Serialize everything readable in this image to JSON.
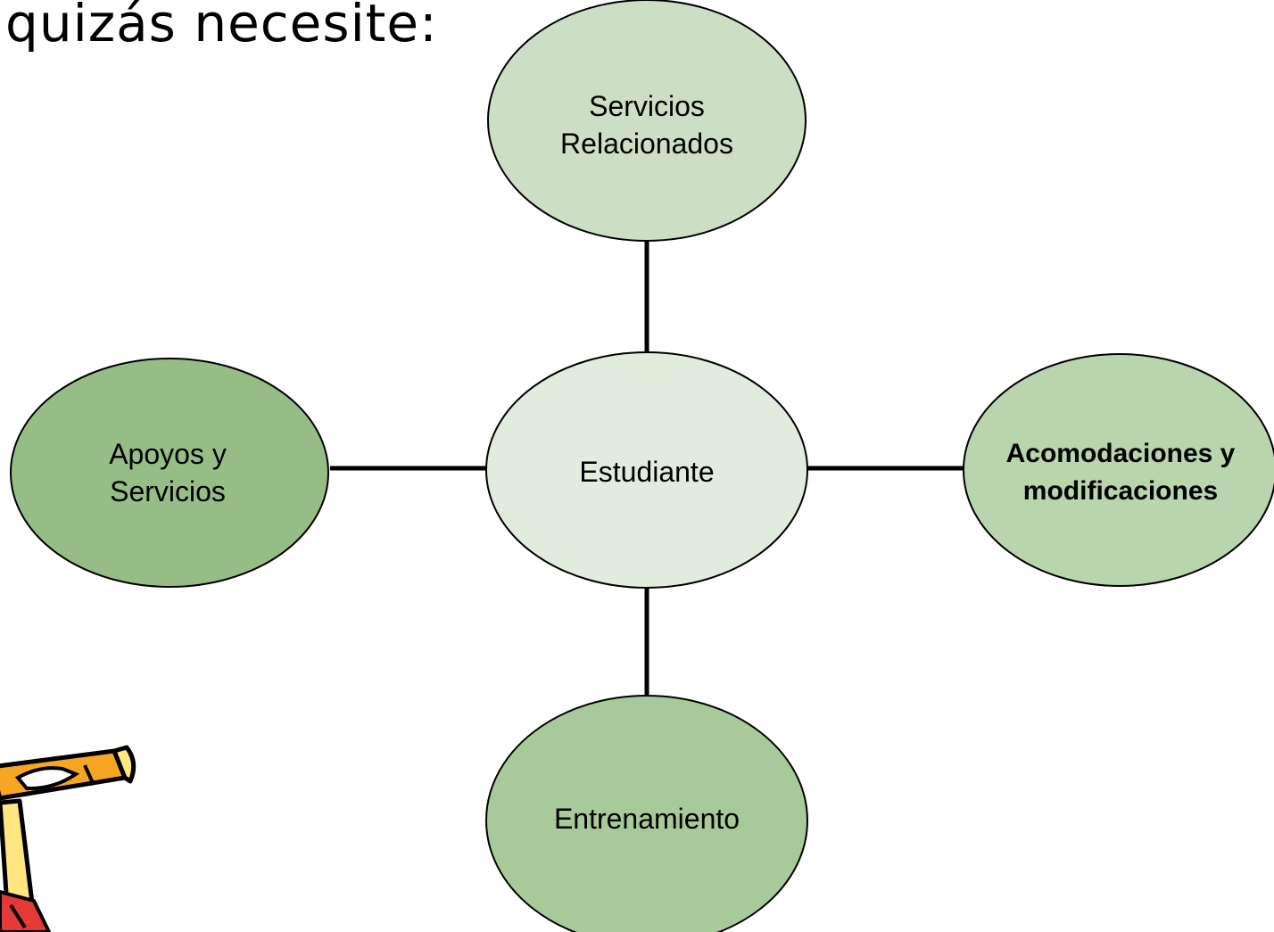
{
  "title": "quizás necesite:",
  "nodes": {
    "center": {
      "label": "Estudiante",
      "fill": "#e2ecdc"
    },
    "top": {
      "label_line1": "Servicios",
      "label_line2": "Relacionados",
      "fill": "#ccdfc4"
    },
    "left": {
      "label_line1": "Apoyos y",
      "label_line2": "Servicios",
      "fill": "#97bd87"
    },
    "right": {
      "label_line1": "Acomodaciones y",
      "label_line2": "modificaciones",
      "fill": "#b9d5ae"
    },
    "bottom": {
      "label": "Entrenamiento",
      "fill": "#a8ca9a"
    }
  },
  "decoration": {
    "icon": "pencil-clipart-icon"
  }
}
